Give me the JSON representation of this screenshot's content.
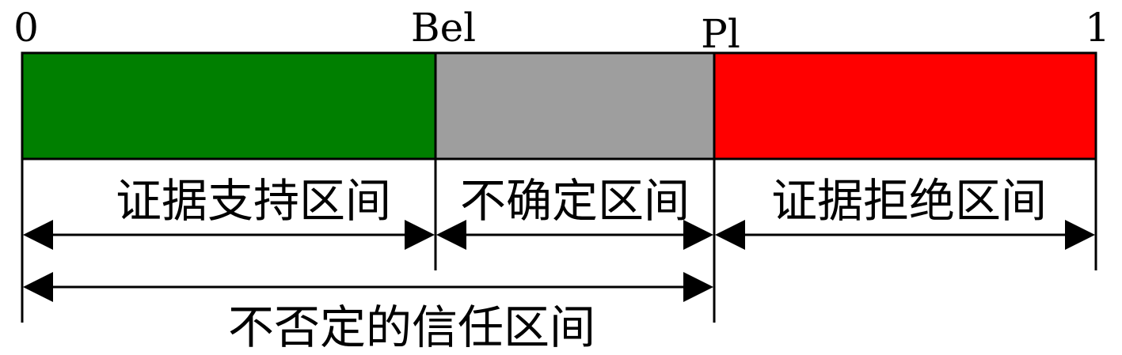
{
  "diagram": {
    "colors": {
      "support": "#007f00",
      "uncertain": "#9e9e9e",
      "reject": "#ff0000",
      "line": "#000000"
    },
    "ticks": [
      {
        "id": "zero",
        "label": "0"
      },
      {
        "id": "bel",
        "label": "Bel"
      },
      {
        "id": "pl",
        "label": "Pl"
      },
      {
        "id": "one",
        "label": "1"
      }
    ],
    "segments": [
      {
        "id": "support",
        "label": "证据支持区间"
      },
      {
        "id": "uncertain",
        "label": "不确定区间"
      },
      {
        "id": "reject",
        "label": "证据拒绝区间"
      }
    ],
    "bottom_interval": {
      "label": "不否定的信任区间"
    }
  }
}
